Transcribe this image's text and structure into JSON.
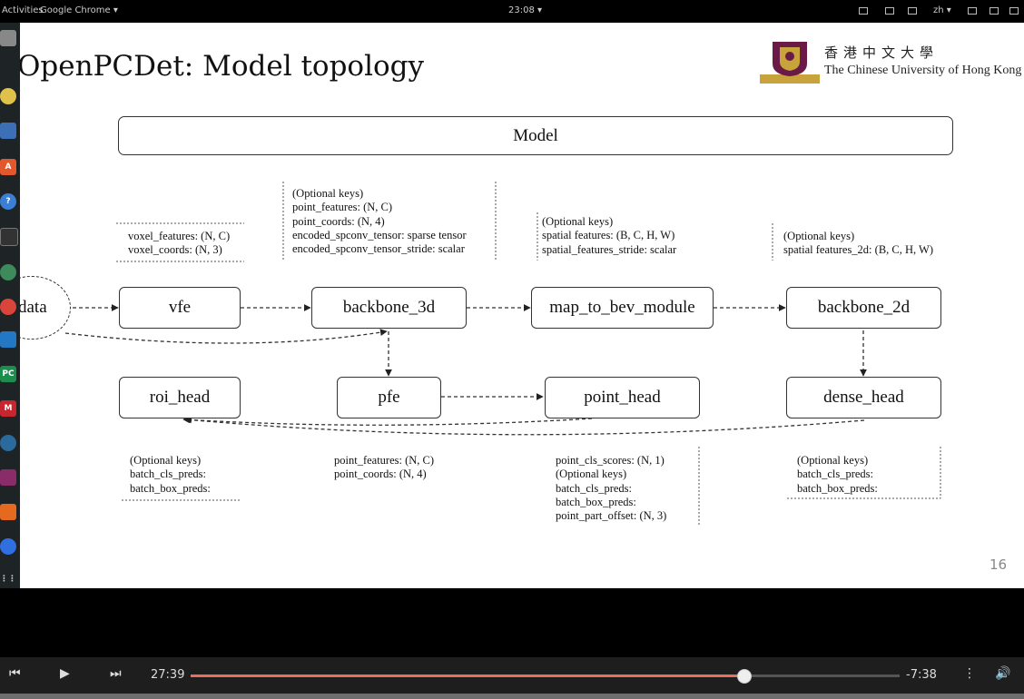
{
  "system_bar": {
    "activities": "Activities",
    "app": "Google Chrome ▾",
    "clock": "23:08 ▾",
    "lang": "zh ▾"
  },
  "slide": {
    "title": "OpenPCDet: Model topology",
    "university_zh": "香港中文大學",
    "university_en": "The Chinese University of Hong Kong",
    "model_label": "Model",
    "page_number": "16",
    "nodes": {
      "data": "data",
      "vfe": "vfe",
      "backbone_3d": "backbone_3d",
      "map_to_bev": "map_to_bev_module",
      "backbone_2d": "backbone_2d",
      "roi_head": "roi_head",
      "pfe": "pfe",
      "point_head": "point_head",
      "dense_head": "dense_head"
    },
    "keys_vfe": [
      "voxel_features: (N, C)",
      "voxel_coords: (N, 3)"
    ],
    "keys_backbone3d": [
      "(Optional keys)",
      "point_features: (N, C)",
      "point_coords: (N, 4)",
      "encoded_spconv_tensor: sparse tensor",
      "encoded_spconv_tensor_stride: scalar"
    ],
    "keys_bev": [
      "(Optional keys)",
      "spatial features: (B, C, H, W)",
      "spatial_features_stride: scalar"
    ],
    "keys_backbone2d": [
      "(Optional keys)",
      "spatial features_2d: (B, C, H, W)"
    ],
    "keys_roi": [
      "(Optional keys)",
      "batch_cls_preds:",
      "batch_box_preds:"
    ],
    "keys_pfe": [
      "point_features: (N, C)",
      "point_coords: (N, 4)"
    ],
    "keys_point_head": [
      "point_cls_scores: (N, 1)",
      "(Optional keys)",
      "batch_cls_preds:",
      "batch_box_preds:",
      "point_part_offset: (N, 3)"
    ],
    "keys_dense": [
      "(Optional keys)",
      "batch_cls_preds:",
      "batch_box_preds:"
    ]
  },
  "dock_icons": [
    "files-icon",
    "rhythmbox-icon",
    "writer-icon",
    "software-icon",
    "help-icon",
    "terminal-icon",
    "globe-icon",
    "chrome-icon",
    "vscode-icon",
    "pycharm-icon",
    "mendeley-icon",
    "steam-icon",
    "media-icon",
    "pdf-icon",
    "baidu-icon",
    "apps-grid-icon"
  ],
  "player": {
    "elapsed": "27:39",
    "remaining": "-7:38",
    "progress": 0.78
  },
  "colors": {
    "progress": "#e8705a",
    "dock": "#1e2325"
  }
}
